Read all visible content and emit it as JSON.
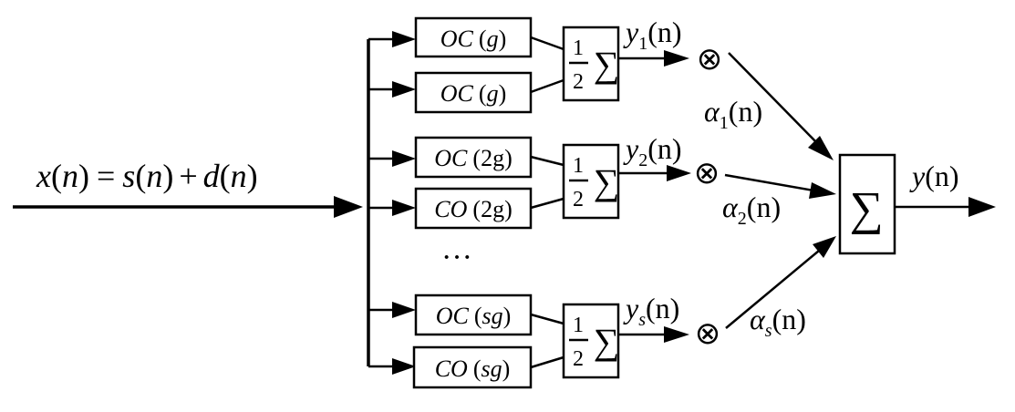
{
  "input": {
    "label": "x(n) = s(n) + d(n)",
    "x": "x",
    "n": "n",
    "eq": "=",
    "s": "s",
    "plus": "+",
    "d": "d",
    "lp": "(",
    "rp": ")"
  },
  "blocks": [
    {
      "text": "OC (g)",
      "op": "OC",
      "arg": "g"
    },
    {
      "text": "OC (g)",
      "op": "OC",
      "arg": "g"
    },
    {
      "text": "OC (2g)",
      "op": "OC",
      "arg": "2g"
    },
    {
      "text": "CO (2g)",
      "op": "CO",
      "arg": "2g"
    },
    {
      "text": "OC (sg)",
      "op": "OC",
      "arg": "sg"
    },
    {
      "text": "CO (sg)",
      "op": "CO",
      "arg": "sg"
    }
  ],
  "averagers": [
    {
      "num": "1",
      "den": "2",
      "sigma": "∑"
    },
    {
      "num": "1",
      "den": "2",
      "sigma": "∑"
    },
    {
      "num": "1",
      "den": "2",
      "sigma": "∑"
    }
  ],
  "branch_outputs": [
    {
      "base": "y",
      "sub": "1",
      "arg": "(n)"
    },
    {
      "base": "y",
      "sub": "2",
      "arg": "(n)"
    },
    {
      "base": "y",
      "sub": "s",
      "arg": "(n)"
    }
  ],
  "multiplier_symbol": "⊗",
  "weights": [
    {
      "base": "α",
      "sub": "1",
      "arg": "(n)"
    },
    {
      "base": "α",
      "sub": "2",
      "arg": "(n)"
    },
    {
      "base": "α",
      "sub": "s",
      "arg": "(n)"
    }
  ],
  "ellipsis": "···",
  "summer": {
    "symbol": "∑"
  },
  "output": {
    "base": "y",
    "arg": "(n)"
  }
}
